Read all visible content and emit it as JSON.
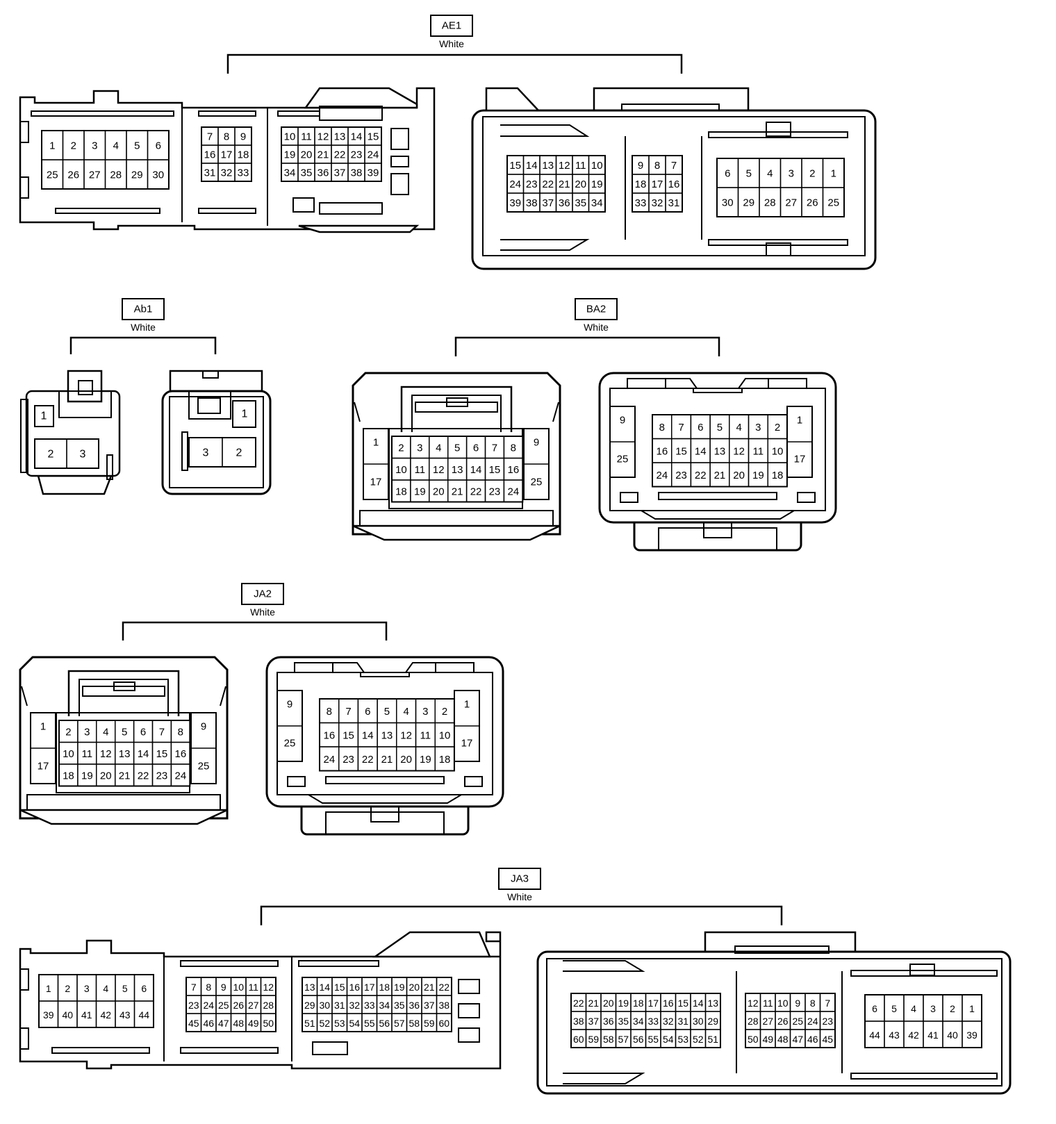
{
  "connectors": [
    {
      "id": "AE1",
      "color": "White",
      "female": {
        "blocks": [
          {
            "rows": [
              [
                "1",
                "2",
                "3",
                "4",
                "5",
                "6"
              ],
              [
                "25",
                "26",
                "27",
                "28",
                "29",
                "30"
              ]
            ]
          },
          {
            "rows": [
              [
                "7",
                "8",
                "9"
              ],
              [
                "16",
                "17",
                "18"
              ],
              [
                "31",
                "32",
                "33"
              ]
            ]
          },
          {
            "rows": [
              [
                "10",
                "11",
                "12",
                "13",
                "14",
                "15"
              ],
              [
                "19",
                "20",
                "21",
                "22",
                "23",
                "24"
              ],
              [
                "34",
                "35",
                "36",
                "37",
                "38",
                "39"
              ]
            ]
          }
        ]
      },
      "male": {
        "blocks": [
          {
            "rows": [
              [
                "15",
                "14",
                "13",
                "12",
                "11",
                "10"
              ],
              [
                "24",
                "23",
                "22",
                "21",
                "20",
                "19"
              ],
              [
                "39",
                "38",
                "37",
                "36",
                "35",
                "34"
              ]
            ]
          },
          {
            "rows": [
              [
                "9",
                "8",
                "7"
              ],
              [
                "18",
                "17",
                "16"
              ],
              [
                "33",
                "32",
                "31"
              ]
            ]
          },
          {
            "rows": [
              [
                "6",
                "5",
                "4",
                "3",
                "2",
                "1"
              ],
              [
                "30",
                "29",
                "28",
                "27",
                "26",
                "25"
              ]
            ]
          }
        ]
      }
    },
    {
      "id": "Ab1",
      "color": "White",
      "female": {
        "top": "1",
        "bottom": [
          "2",
          "3"
        ]
      },
      "male": {
        "top": "1",
        "bottom": [
          "3",
          "2"
        ]
      }
    },
    {
      "id": "BA2",
      "color": "White",
      "female": {
        "left": [
          "1",
          "17"
        ],
        "right": [
          "9",
          "25"
        ],
        "rows": [
          [
            "2",
            "3",
            "4",
            "5",
            "6",
            "7",
            "8"
          ],
          [
            "10",
            "11",
            "12",
            "13",
            "14",
            "15",
            "16"
          ],
          [
            "18",
            "19",
            "20",
            "21",
            "22",
            "23",
            "24"
          ]
        ]
      },
      "male": {
        "left": [
          "9",
          "25"
        ],
        "right": [
          "1",
          "17"
        ],
        "rows": [
          [
            "8",
            "7",
            "6",
            "5",
            "4",
            "3",
            "2"
          ],
          [
            "16",
            "15",
            "14",
            "13",
            "12",
            "11",
            "10"
          ],
          [
            "24",
            "23",
            "22",
            "21",
            "20",
            "19",
            "18"
          ]
        ]
      }
    },
    {
      "id": "JA2",
      "color": "White",
      "female": {
        "left": [
          "1",
          "17"
        ],
        "right": [
          "9",
          "25"
        ],
        "rows": [
          [
            "2",
            "3",
            "4",
            "5",
            "6",
            "7",
            "8"
          ],
          [
            "10",
            "11",
            "12",
            "13",
            "14",
            "15",
            "16"
          ],
          [
            "18",
            "19",
            "20",
            "21",
            "22",
            "23",
            "24"
          ]
        ]
      },
      "male": {
        "left": [
          "9",
          "25"
        ],
        "right": [
          "1",
          "17"
        ],
        "rows": [
          [
            "8",
            "7",
            "6",
            "5",
            "4",
            "3",
            "2"
          ],
          [
            "16",
            "15",
            "14",
            "13",
            "12",
            "11",
            "10"
          ],
          [
            "24",
            "23",
            "22",
            "21",
            "20",
            "19",
            "18"
          ]
        ]
      }
    },
    {
      "id": "JA3",
      "color": "White",
      "female": {
        "blocks": [
          {
            "rows": [
              [
                "1",
                "2",
                "3",
                "4",
                "5",
                "6"
              ],
              [
                "39",
                "40",
                "41",
                "42",
                "43",
                "44"
              ]
            ]
          },
          {
            "rows": [
              [
                "7",
                "8",
                "9",
                "10",
                "11",
                "12"
              ],
              [
                "23",
                "24",
                "25",
                "26",
                "27",
                "28"
              ],
              [
                "45",
                "46",
                "47",
                "48",
                "49",
                "50"
              ]
            ]
          },
          {
            "rows": [
              [
                "13",
                "14",
                "15",
                "16",
                "17",
                "18",
                "19",
                "20",
                "21",
                "22"
              ],
              [
                "29",
                "30",
                "31",
                "32",
                "33",
                "34",
                "35",
                "36",
                "37",
                "38"
              ],
              [
                "51",
                "52",
                "53",
                "54",
                "55",
                "56",
                "57",
                "58",
                "59",
                "60"
              ]
            ]
          }
        ]
      },
      "male": {
        "blocks": [
          {
            "rows": [
              [
                "22",
                "21",
                "20",
                "19",
                "18",
                "17",
                "16",
                "15",
                "14",
                "13"
              ],
              [
                "38",
                "37",
                "36",
                "35",
                "34",
                "33",
                "32",
                "31",
                "30",
                "29"
              ],
              [
                "60",
                "59",
                "58",
                "57",
                "56",
                "55",
                "54",
                "53",
                "52",
                "51"
              ]
            ]
          },
          {
            "rows": [
              [
                "12",
                "11",
                "10",
                "9",
                "8",
                "7"
              ],
              [
                "28",
                "27",
                "26",
                "25",
                "24",
                "23"
              ],
              [
                "50",
                "49",
                "48",
                "47",
                "46",
                "45"
              ]
            ]
          },
          {
            "rows": [
              [
                "6",
                "5",
                "4",
                "3",
                "2",
                "1"
              ],
              [
                "44",
                "43",
                "42",
                "41",
                "40",
                "39"
              ]
            ]
          }
        ]
      }
    }
  ]
}
